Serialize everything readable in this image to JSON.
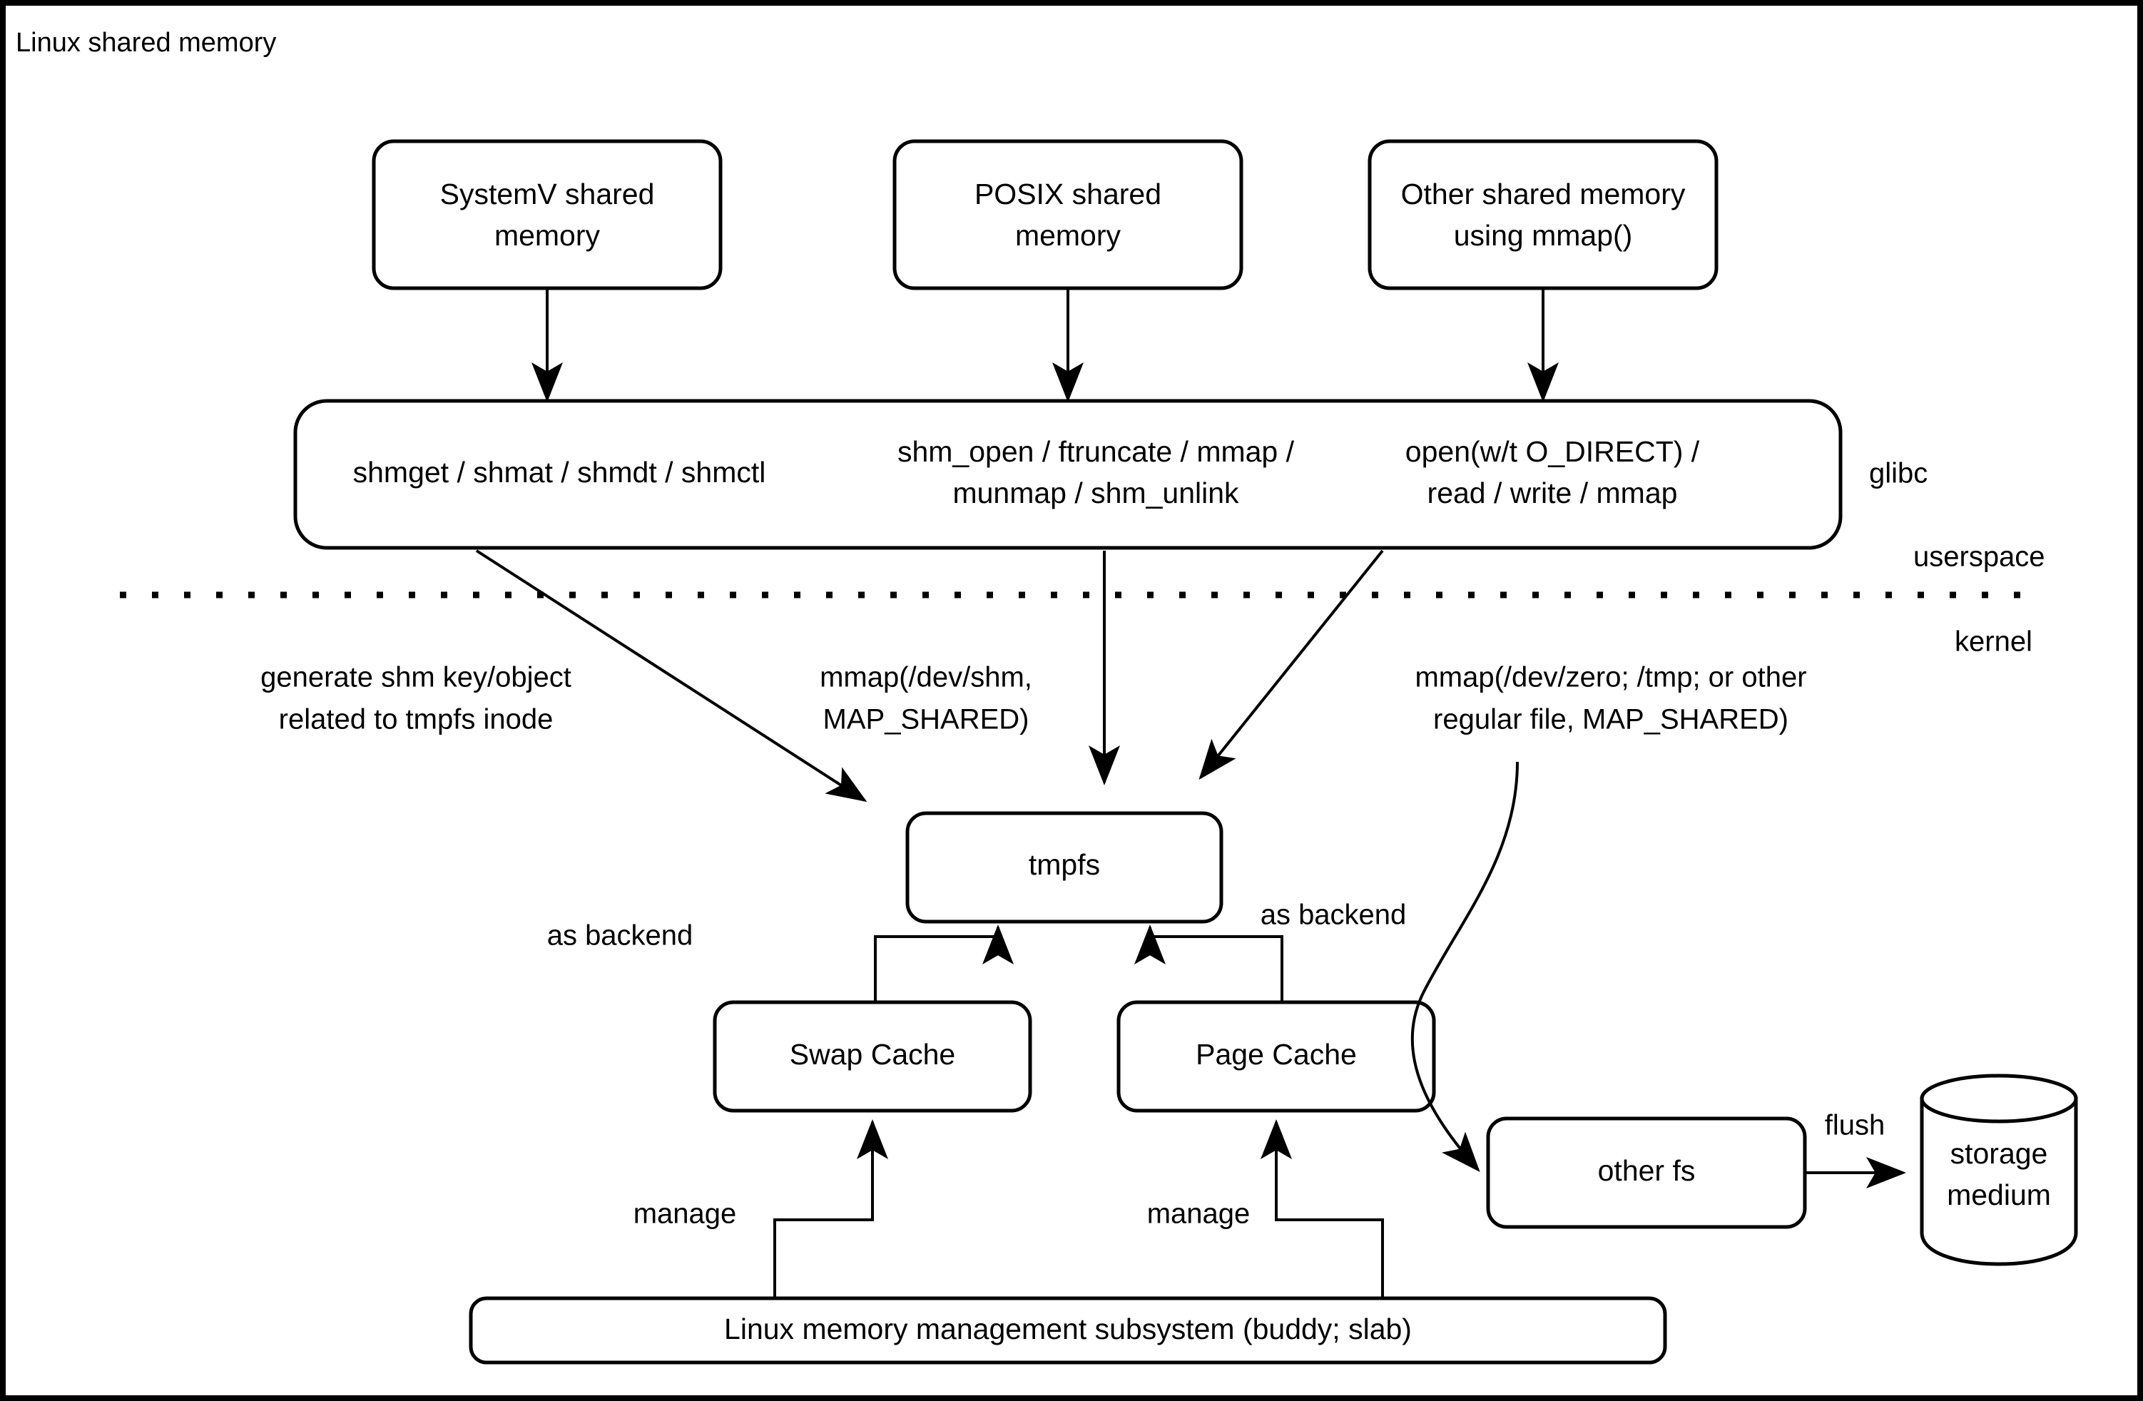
{
  "page": {
    "title": "Linux shared memory",
    "border_color": "#000000",
    "background_color": "#ffffff",
    "stroke_color": "#000000"
  },
  "sources": [
    {
      "id": "systemv",
      "label_line1": "SystemV shared",
      "label_line2": "memory"
    },
    {
      "id": "posix",
      "label_line1": "POSIX shared",
      "label_line2": "memory"
    },
    {
      "id": "othermm",
      "label_line1": "Other shared memory",
      "label_line2": "using mmap()"
    }
  ],
  "glibc_band": {
    "side_label": "glibc",
    "columns": [
      {
        "id": "sysv-api",
        "line1": "shmget / shmat / shmdt / shmctl",
        "line2": ""
      },
      {
        "id": "posix-api",
        "line1": "shm_open / ftruncate / mmap /",
        "line2": "munmap / shm_unlink"
      },
      {
        "id": "file-api",
        "line1": "open(w/t O_DIRECT) /",
        "line2": "read / write / mmap"
      }
    ]
  },
  "divider": {
    "above_label": "userspace",
    "below_label": "kernel"
  },
  "annotations": [
    {
      "id": "shm-key",
      "line1": "generate shm key/object",
      "line2": "related to tmpfs inode"
    },
    {
      "id": "mmap-shm",
      "line1": "mmap(/dev/shm,",
      "line2": "MAP_SHARED)"
    },
    {
      "id": "mmap-other",
      "line1": "mmap(/dev/zero; /tmp; or other",
      "line2": "regular file, MAP_SHARED)"
    }
  ],
  "kernel_nodes": {
    "tmpfs": "tmpfs",
    "swap_cache": "Swap Cache",
    "page_cache": "Page Cache",
    "other_fs": "other fs",
    "storage_medium_line1": "storage",
    "storage_medium_line2": "medium",
    "mm_subsystem": "Linux memory management subsystem (buddy; slab)"
  },
  "edge_labels": {
    "as_backend_left": "as backend",
    "as_backend_right": "as backend",
    "manage_left": "manage",
    "manage_right": "manage",
    "flush": "flush"
  }
}
